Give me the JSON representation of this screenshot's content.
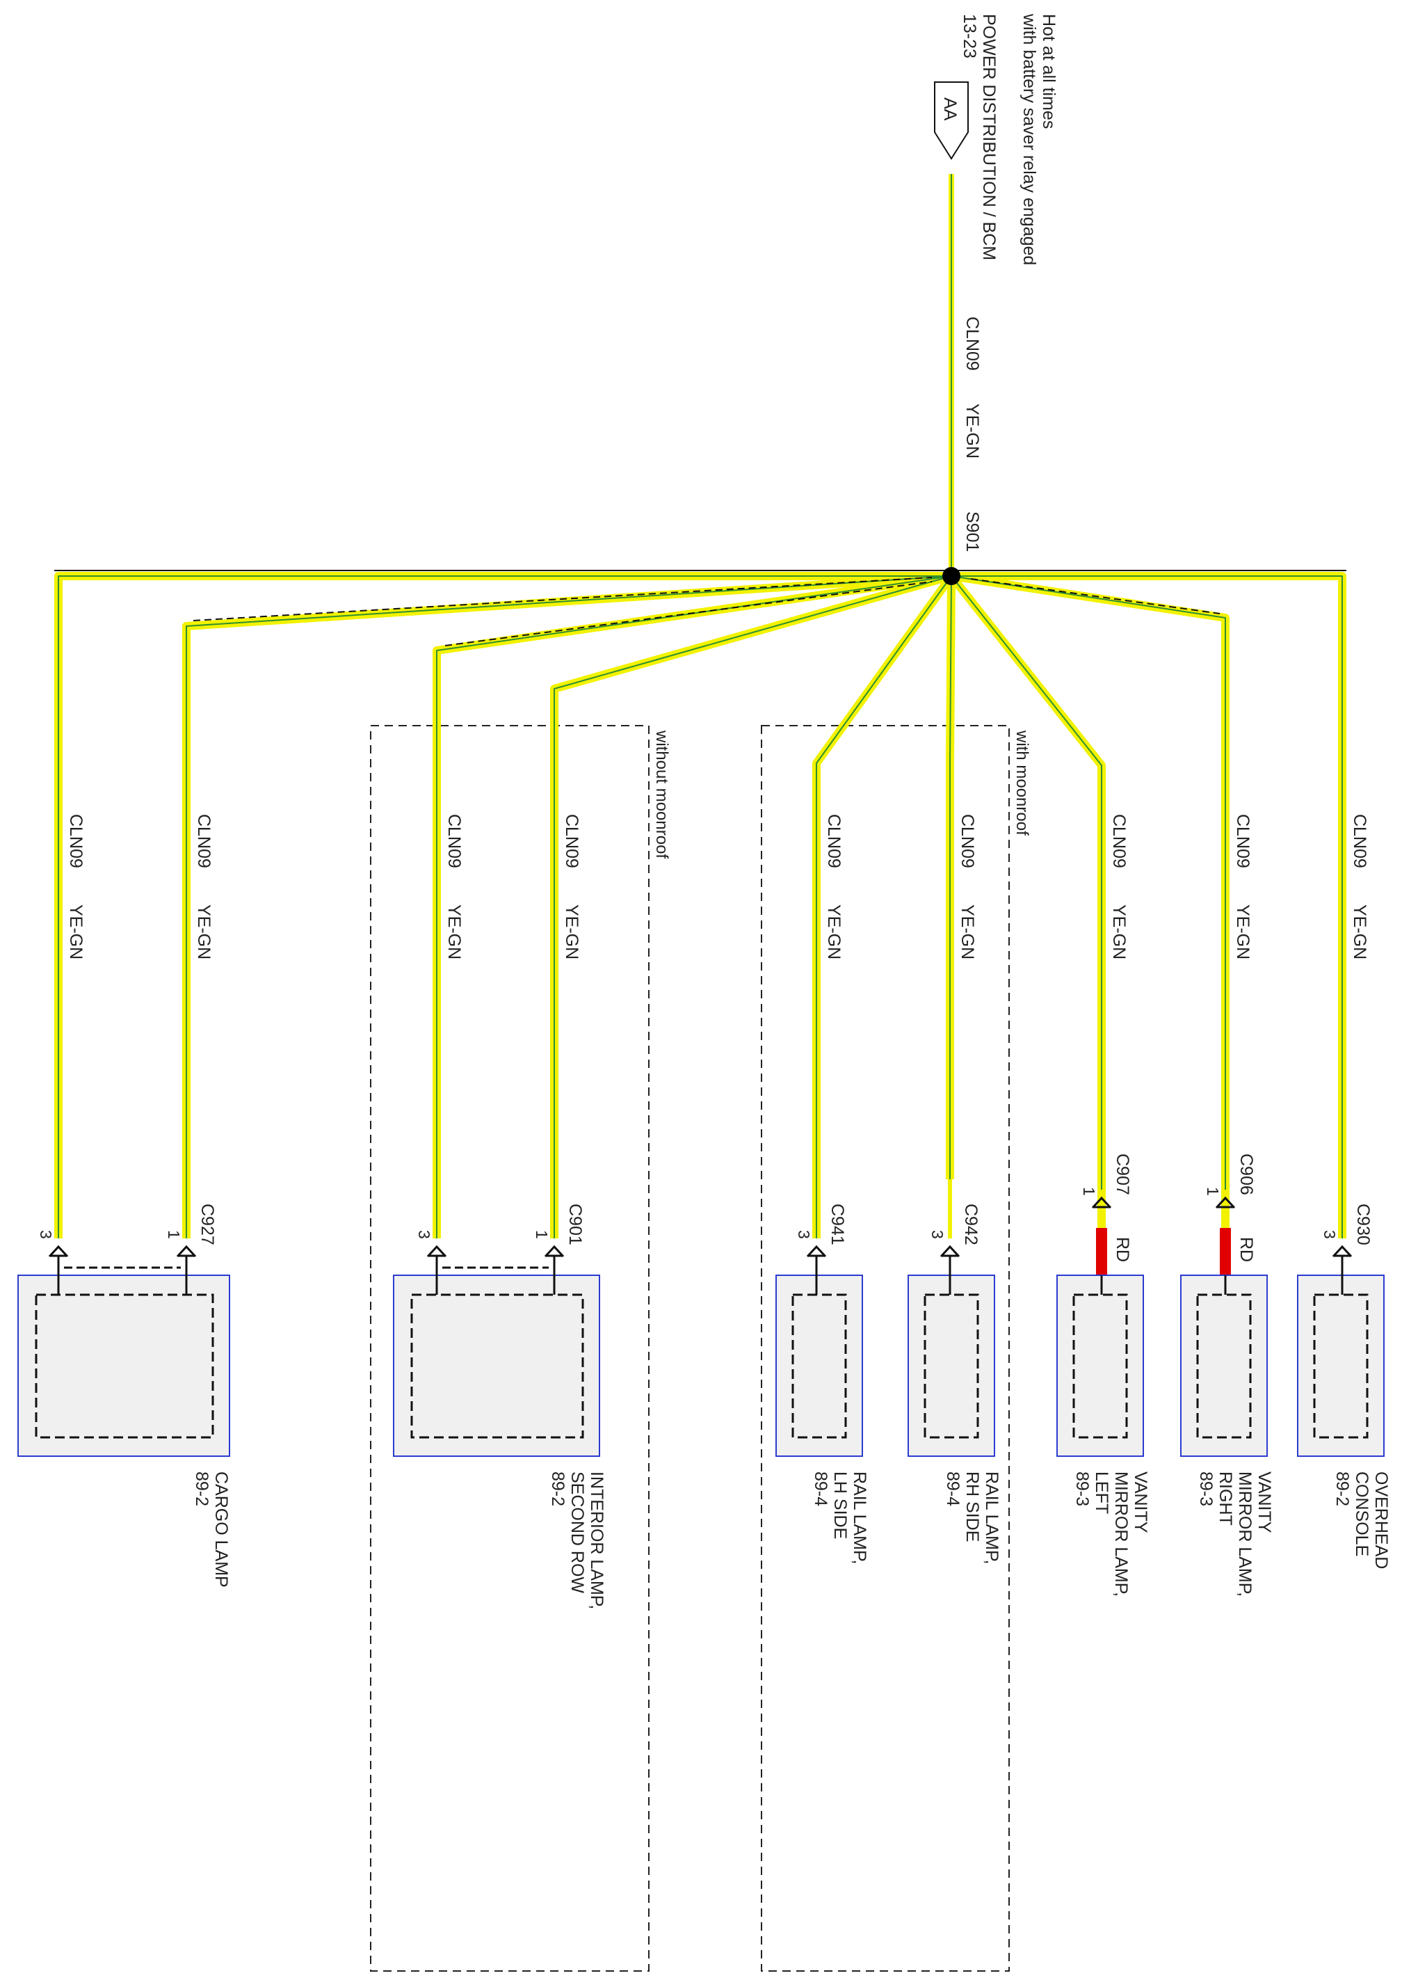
{
  "source": {
    "note_line1": "Hot at all times",
    "note_line2": "with battery saver relay engaged",
    "name": "POWER DISTRIBUTION / BCM",
    "page": "13-23",
    "connector": "AA"
  },
  "trunk": {
    "circuit": "CLN09",
    "color": "YE-GN",
    "splice": "S901"
  },
  "zones": {
    "without_moonroof": "without moonroof",
    "with_moonroof": "with moonroof"
  },
  "branches": {
    "cargo_outer": {
      "circuit": "CLN09",
      "color": "YE-GN"
    },
    "cargo_inner": {
      "circuit": "CLN09",
      "color": "YE-GN"
    },
    "interior_outer": {
      "circuit": "CLN09",
      "color": "YE-GN"
    },
    "interior_inner": {
      "circuit": "CLN09",
      "color": "YE-GN"
    },
    "rail_lh": {
      "circuit": "CLN09",
      "color": "YE-GN"
    },
    "rail_rh": {
      "circuit": "CLN09",
      "color": "YE-GN"
    },
    "vanity_left": {
      "circuit": "CLN09",
      "color": "YE-GN"
    },
    "vanity_right": {
      "circuit": "CLN09",
      "color": "YE-GN"
    },
    "overhead": {
      "circuit": "CLN09",
      "color": "YE-GN"
    }
  },
  "connectors": {
    "c927": {
      "id": "C927",
      "pin_a": "3",
      "pin_b": "1"
    },
    "c901": {
      "id": "C901",
      "pin_a": "3",
      "pin_b": "1"
    },
    "c941": {
      "id": "C941",
      "pin": "3"
    },
    "c942": {
      "id": "C942",
      "pin": "3"
    },
    "c907": {
      "id": "C907",
      "pin": "1",
      "wire_color": "RD"
    },
    "c906": {
      "id": "C906",
      "pin": "1",
      "wire_color": "RD"
    },
    "c930": {
      "id": "C930",
      "pin": "3"
    }
  },
  "components": {
    "cargo": {
      "line1": "CARGO LAMP",
      "page": "89-2"
    },
    "interior": {
      "line1": "INTERIOR LAMP,",
      "line2": "SECOND ROW",
      "page": "89-2"
    },
    "rail_lh": {
      "line1": "RAIL LAMP,",
      "line2": "LH SIDE",
      "page": "89-4"
    },
    "rail_rh": {
      "line1": "RAIL LAMP,",
      "line2": "RH SIDE",
      "page": "89-4"
    },
    "vanity_left": {
      "line1": "VANITY",
      "line2": "MIRROR LAMP,",
      "line3": "LEFT",
      "page": "89-3"
    },
    "vanity_right": {
      "line1": "VANITY",
      "line2": "MIRROR LAMP,",
      "line3": "RIGHT",
      "page": "89-3"
    },
    "overhead": {
      "line1": "OVERHEAD",
      "line2": "CONSOLE",
      "page": "89-2"
    }
  },
  "colors": {
    "wire_yellow": "#f2f200",
    "wire_green": "#2f8f2f",
    "wire_red": "#e00000",
    "component_border": "#2b3bd1",
    "component_fill": "#f0f0f0"
  }
}
